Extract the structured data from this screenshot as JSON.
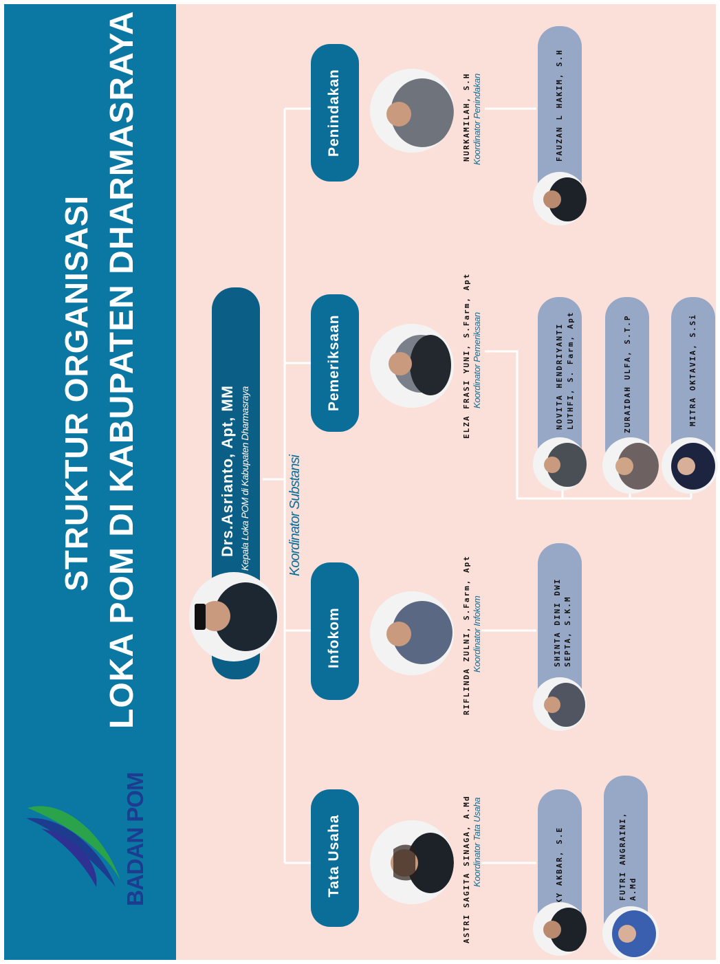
{
  "header": {
    "title_line1": "STRUKTUR ORGANISASI",
    "title_line2": "LOKA POM DI KABUPATEN DHARMASRAYA",
    "logo_text": "BADAN POM",
    "colors": {
      "banner": "#0b78a4",
      "background": "#fbe0da",
      "pill": "#0b6e99",
      "staff_pill": "#97a7c6"
    }
  },
  "head": {
    "name": "Drs.Asrianto, Apt, MM",
    "role": "Kepala Loka POM di Kabupaten Dharmasraya",
    "photo": "person-photo"
  },
  "substansi_label": "Koordinator Substansi",
  "units": [
    {
      "label": "Tata Usaha",
      "coordinator": {
        "name": "ASTRI SAGITA SINAGA, A.Md",
        "role": "Koordinator Tata Usaha"
      },
      "staff": [
        {
          "name_line1": "RIZKY AKBAR, S.E",
          "name_line2": ""
        },
        {
          "name_line1": "FUTRI ANGRAINI,",
          "name_line2": "A.Md"
        }
      ]
    },
    {
      "label": "Infokom",
      "coordinator": {
        "name": "RIFLINDA ZULNI, S.Farm, Apt",
        "role": "Koordinator Infokom"
      },
      "staff": [
        {
          "name_line1": "SHINTA DINI DWI",
          "name_line2": "SEPTA, S.K.M"
        }
      ]
    },
    {
      "label": "Pemeriksaan",
      "coordinator": {
        "name": "ELZA FRASI YUNI, S.Farm, Apt",
        "role": "Koordinator Pemeriksaan"
      },
      "staff": [
        {
          "name_line1": "NOVITA HENDRIYANTI",
          "name_line2": "LUTHFI, S. Farm, Apt"
        },
        {
          "name_line1": "ZURAIDAH ULFA, S.T.P",
          "name_line2": ""
        },
        {
          "name_line1": "MITRA OKTAVIA, S.Si",
          "name_line2": ""
        }
      ]
    },
    {
      "label": "Penindakan",
      "coordinator": {
        "name": "NURKAMILAH, S.H",
        "role": "Koordinator Penindakan"
      },
      "staff": [
        {
          "name_line1": "FAUZAN L HAKIM, S.H",
          "name_line2": ""
        }
      ]
    }
  ]
}
